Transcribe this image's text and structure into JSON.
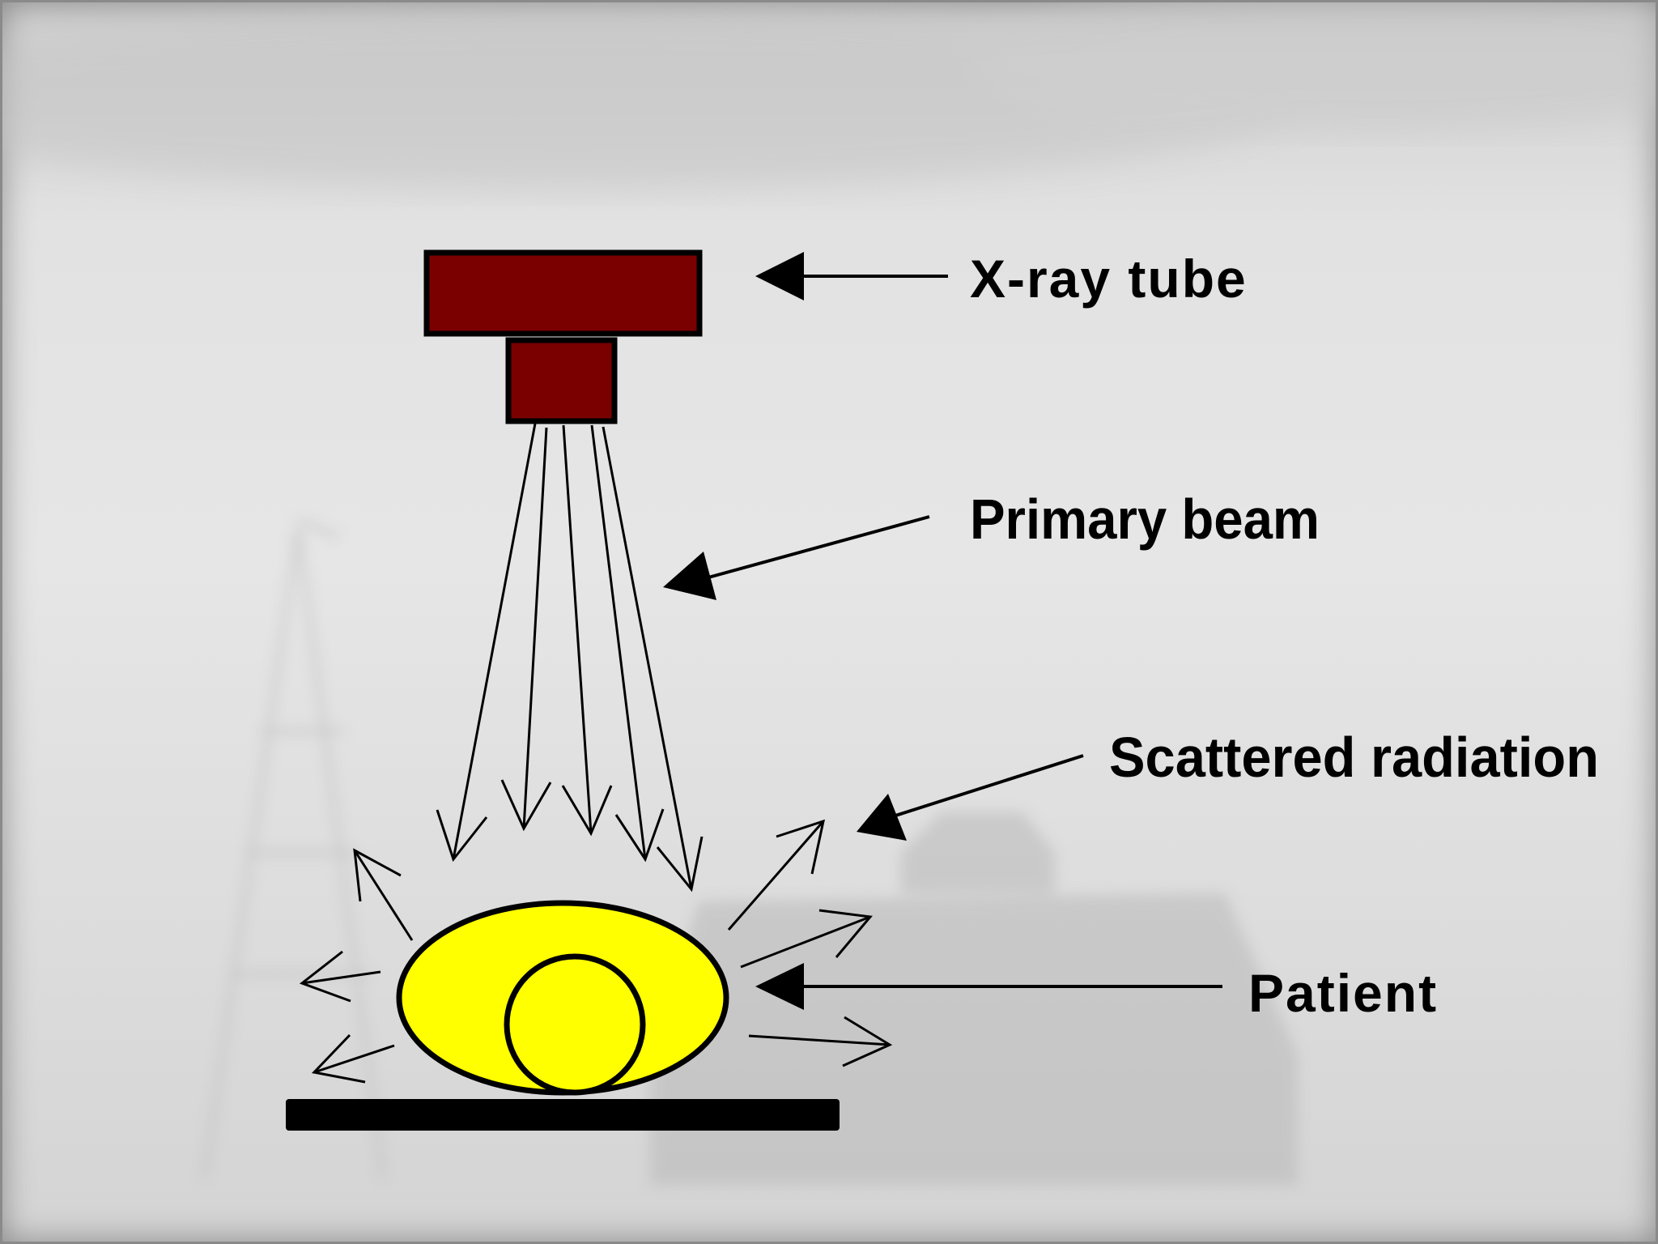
{
  "labels": {
    "xray_tube": "X-ray tube",
    "primary_beam": "Primary beam",
    "scattered_radiation": "Scattered radiation",
    "patient": "Patient"
  },
  "colors": {
    "tube": "#7a0000",
    "patient_body": "#ffff00",
    "outline": "#000000",
    "table": "#000000",
    "background": "#e3e3e3"
  }
}
